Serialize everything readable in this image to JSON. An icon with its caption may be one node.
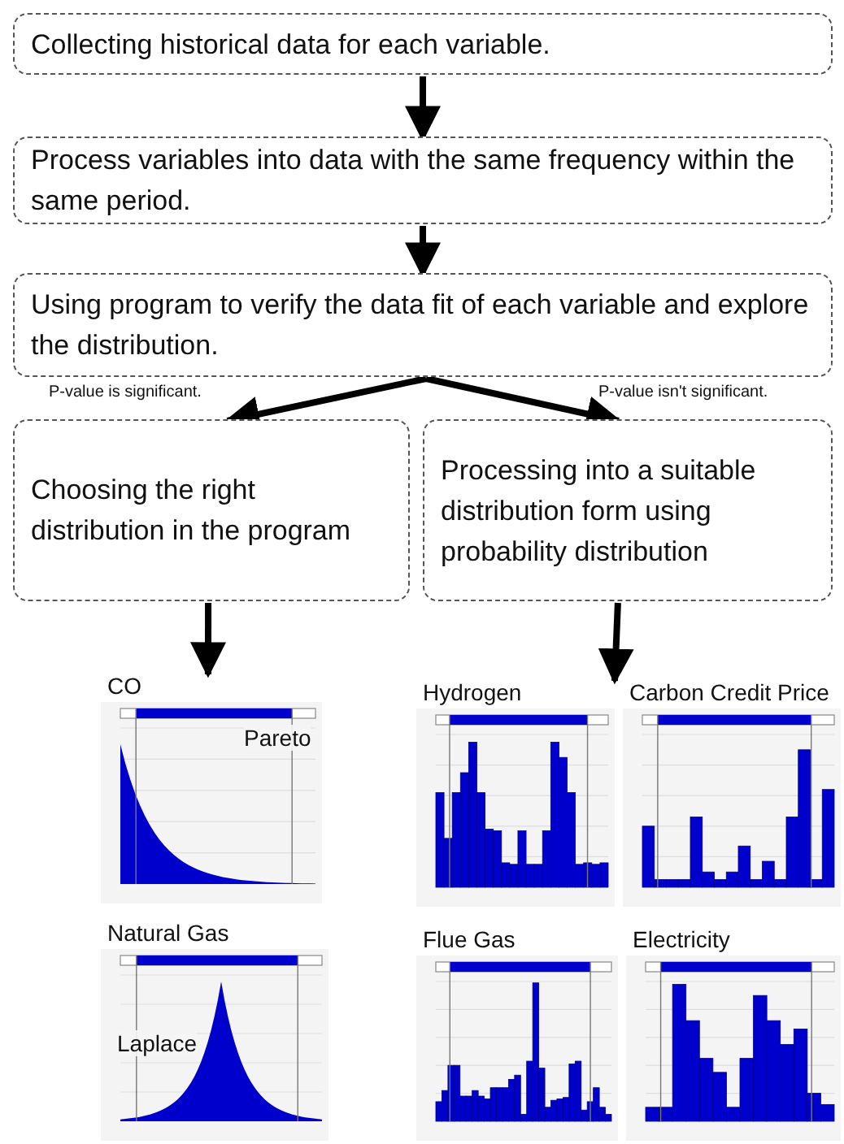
{
  "diagram": {
    "nodes": [
      {
        "text": [
          "Collecting historical data for each variable."
        ]
      },
      {
        "text": [
          "Process variables into data with the same frequency within the same period."
        ]
      },
      {
        "text": [
          "Using program to verify the data fit of each variable and explore the distribution."
        ]
      },
      {
        "text": [
          "Choosing the right distribution in the program"
        ]
      },
      {
        "text": [
          "Processing into a suitable distribution form using probability distribution"
        ]
      },
      {
        "text": [
          "CO",
          "Pareto"
        ]
      },
      {
        "text": [
          "Hydrogen"
        ]
      },
      {
        "text": [
          "Carbon Credit Price"
        ]
      },
      {
        "text": [
          "Natural Gas",
          "Laplace"
        ]
      },
      {
        "text": [
          "Flue Gas"
        ]
      },
      {
        "text": [
          "Electricity"
        ]
      }
    ],
    "edges": [
      {
        "from": 0,
        "to": 1,
        "arrow": "to"
      },
      {
        "from": 1,
        "to": 2,
        "arrow": "to"
      },
      {
        "from": 2,
        "to": 3,
        "arrow": "to",
        "label": "P-value is significant."
      },
      {
        "from": 2,
        "to": 4,
        "arrow": "to",
        "label": "P-value isn't significant."
      },
      {
        "from": 3,
        "to": 5,
        "arrow": "to"
      },
      {
        "from": 4,
        "to": 6,
        "arrow": "to"
      }
    ]
  }
}
